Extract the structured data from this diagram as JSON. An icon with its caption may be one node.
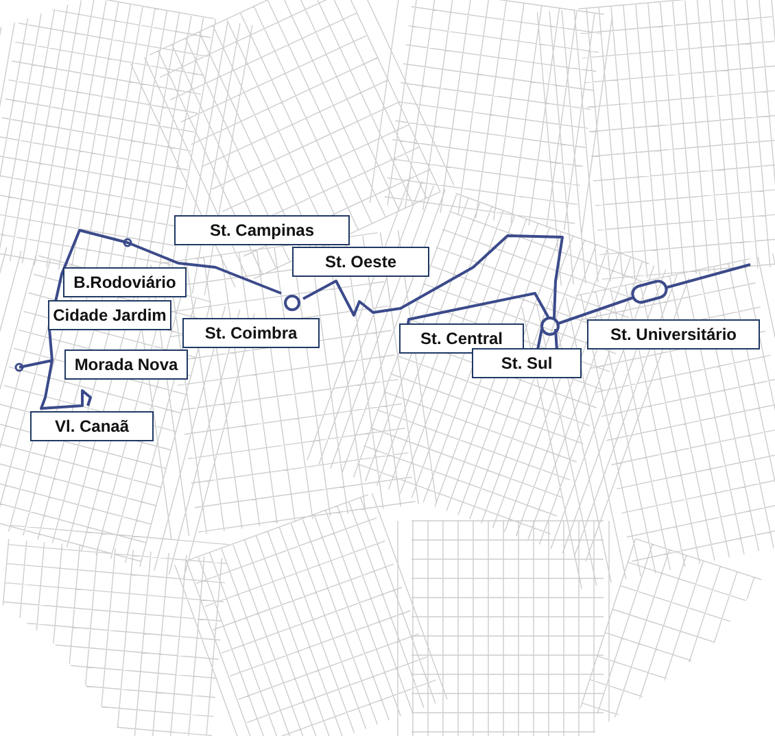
{
  "diagram": {
    "labels": [
      "St. Campinas",
      "St. Oeste",
      "B.Rodoviário",
      "Cidade Jardim",
      "St. Coimbra",
      "Morada Nova",
      "St. Central",
      "St. Universitário",
      "St. Sul",
      "Vl. Canaã"
    ]
  }
}
